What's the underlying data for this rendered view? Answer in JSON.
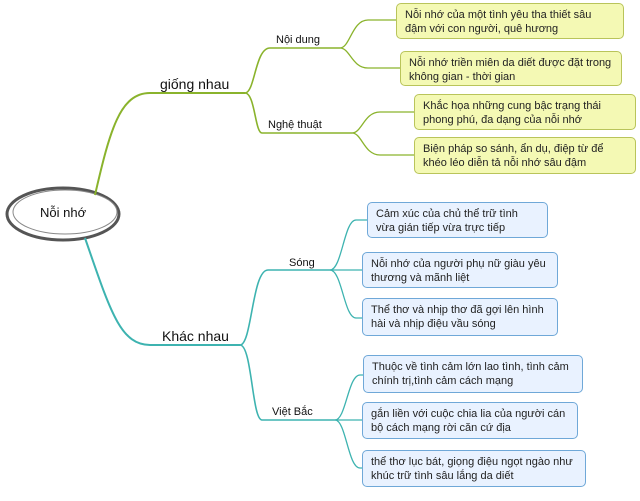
{
  "root": {
    "label": "Nỗi nhớ"
  },
  "branches": [
    {
      "label": "giống nhau",
      "children": [
        {
          "label": "Nội dung",
          "items": [
            "Nỗi nhớ của một tình yêu tha thiết sâu đậm với con người, quê hương",
            "Nỗi nhớ triền miên da diết được đặt trong không gian - thời gian"
          ]
        },
        {
          "label": "Nghệ thuật",
          "items": [
            "Khắc họa những cung bậc trạng thái phong phú, đa dạng của nỗi nhớ",
            "Biện pháp so sánh, ẩn dụ, điệp từ để khéo léo diễn tả nỗi nhớ sâu đậm"
          ]
        }
      ]
    },
    {
      "label": "Khác nhau",
      "children": [
        {
          "label": "Sóng",
          "items": [
            "Cảm xúc của chủ thể trữ tình vừa gián tiếp vừa trực tiếp",
            "Nỗi nhớ của người phụ nữ giàu yêu thương và mãnh liệt",
            "Thể thơ và nhịp thơ đã gợi lên hình hài và nhịp điệu vầu sóng"
          ]
        },
        {
          "label": "Việt Bắc",
          "items": [
            "Thuộc về tình cảm lớn lao tình, tình cảm chính trị,tình cảm cách mạng",
            "gắn liền với cuộc chia lia của người cán bộ cách mạng rời căn cứ địa",
            "thể thơ lục bát, giọng điệu ngọt ngào như khúc trữ tình sâu lắng da diết"
          ]
        }
      ]
    }
  ],
  "colors": {
    "top_branch": "#8ab32c",
    "bottom_branch": "#3db3b0",
    "yellow_fill": "#f4f9b4",
    "yellow_border": "#b9c45a",
    "blue_fill": "#e9f2ff",
    "blue_border": "#6fa8d8",
    "root_ring": "#555555"
  }
}
